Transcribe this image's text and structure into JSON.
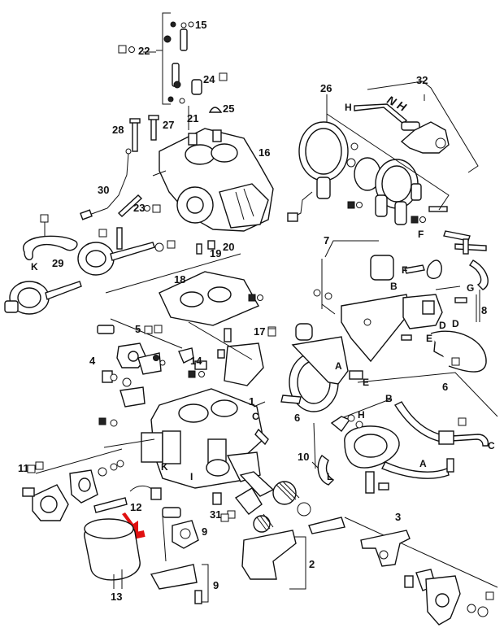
{
  "diagram": {
    "accent_color": "#e01010",
    "callouts": [
      {
        "id": "c15",
        "text": "15"
      },
      {
        "id": "c22",
        "text": "22"
      },
      {
        "id": "c24",
        "text": "24"
      },
      {
        "id": "c25",
        "text": "25"
      },
      {
        "id": "c21",
        "text": "21"
      },
      {
        "id": "c28",
        "text": "28"
      },
      {
        "id": "c27",
        "text": "27"
      },
      {
        "id": "c16",
        "text": "16"
      },
      {
        "id": "c26",
        "text": "26"
      },
      {
        "id": "c32",
        "text": "32"
      },
      {
        "id": "c30",
        "text": "30"
      },
      {
        "id": "c23",
        "text": "23"
      },
      {
        "id": "c29",
        "text": "29"
      },
      {
        "id": "c19",
        "text": "19"
      },
      {
        "id": "c20",
        "text": "20"
      },
      {
        "id": "c18",
        "text": "18"
      },
      {
        "id": "c7",
        "text": "7"
      },
      {
        "id": "c8",
        "text": "8"
      },
      {
        "id": "c5",
        "text": "5"
      },
      {
        "id": "c17",
        "text": "17"
      },
      {
        "id": "c4",
        "text": "4"
      },
      {
        "id": "c14",
        "text": "14"
      },
      {
        "id": "c1",
        "text": "1"
      },
      {
        "id": "c6a",
        "text": "6"
      },
      {
        "id": "c6b",
        "text": "6"
      },
      {
        "id": "c10",
        "text": "10"
      },
      {
        "id": "c11",
        "text": "11"
      },
      {
        "id": "c12",
        "text": "12"
      },
      {
        "id": "c31",
        "text": "31"
      },
      {
        "id": "c9a",
        "text": "9"
      },
      {
        "id": "c9b",
        "text": "9"
      },
      {
        "id": "c13",
        "text": "13"
      },
      {
        "id": "c2",
        "text": "2"
      },
      {
        "id": "c3",
        "text": "3"
      }
    ],
    "letters": [
      {
        "id": "lH1",
        "text": "H"
      },
      {
        "id": "lNH",
        "text": "N H"
      },
      {
        "id": "lF1",
        "text": "F"
      },
      {
        "id": "lK1",
        "text": "K"
      },
      {
        "id": "lF2",
        "text": "F"
      },
      {
        "id": "lB1",
        "text": "B"
      },
      {
        "id": "lG",
        "text": "G"
      },
      {
        "id": "lD1",
        "text": "D"
      },
      {
        "id": "lD2",
        "text": "D"
      },
      {
        "id": "lE1",
        "text": "E"
      },
      {
        "id": "lA1",
        "text": "A"
      },
      {
        "id": "lE2",
        "text": "E"
      },
      {
        "id": "lB2",
        "text": "B"
      },
      {
        "id": "lC1",
        "text": "C"
      },
      {
        "id": "lH2",
        "text": "H"
      },
      {
        "id": "lC2",
        "text": "C"
      },
      {
        "id": "lL",
        "text": "L"
      },
      {
        "id": "lA2",
        "text": "A"
      },
      {
        "id": "lK2",
        "text": "K"
      },
      {
        "id": "lI",
        "text": "I"
      }
    ]
  }
}
